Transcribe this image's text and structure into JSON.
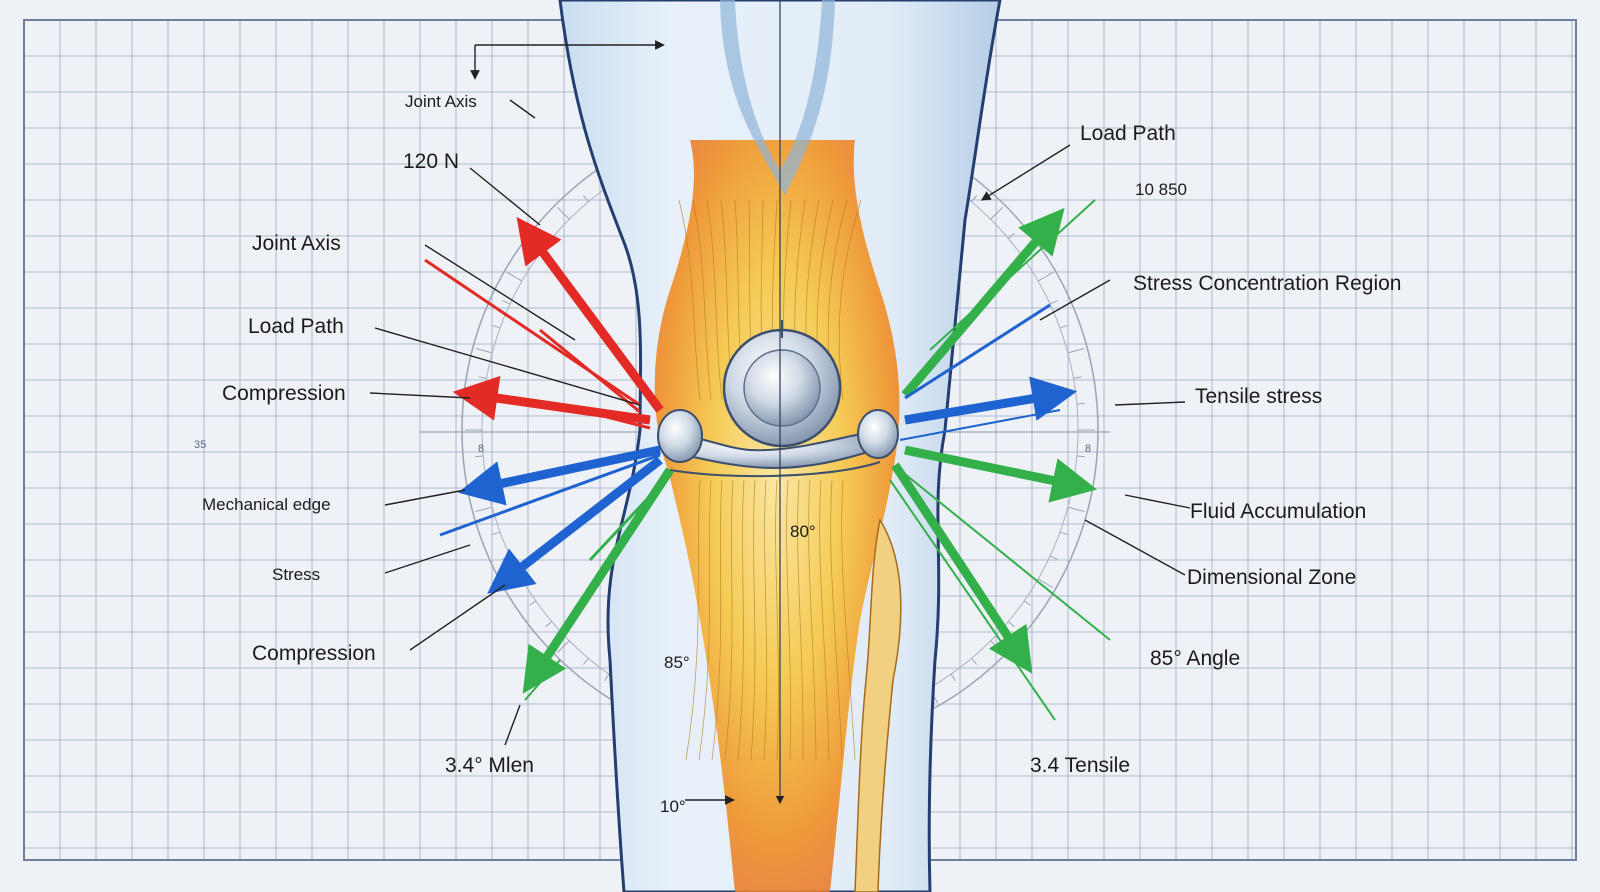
{
  "labels": {
    "top_joint_axis": "Joint Axis",
    "force_120n": "120 N",
    "joint_axis_left": "Joint Axis",
    "load_path_left": "Load Path",
    "compression_left_upper": "Compression",
    "mechanical_edge": "Mechanical edge",
    "stress_left": "Stress",
    "compression_left_lower": "Compression",
    "left_bottom_value": "3.4° Mlen",
    "bottom_angle": "10°",
    "mid_angle_85": "85°",
    "tibia_angle_80": "80°",
    "load_path_right": "Load Path",
    "right_value_top": "10 850",
    "stress_concentration": "Stress Concentration Region",
    "tensile_stress": "Tensile stress",
    "fluid_accumulation": "Fluid Accumulation",
    "dimensional_zone": "Dimensional Zone",
    "angle_85_right": "85° Angle",
    "tensile_right": "3.4 Tensile",
    "side_mark_left": "35",
    "side_mark_small_1": "8",
    "side_mark_small_2": "8"
  },
  "colors": {
    "compression_red": "#e32a24",
    "tension_blue": "#1f63d0",
    "load_green": "#33b04a",
    "grid_line": "#9aa8c2",
    "bone_yellow": "#f4c64a",
    "bone_orange": "#ee8a2c",
    "limb_blue": "#b9d4ec"
  },
  "icons": {
    "arrow": "arrowhead",
    "protractor": "protractor-ring",
    "joint": "metal-joint-implant"
  }
}
